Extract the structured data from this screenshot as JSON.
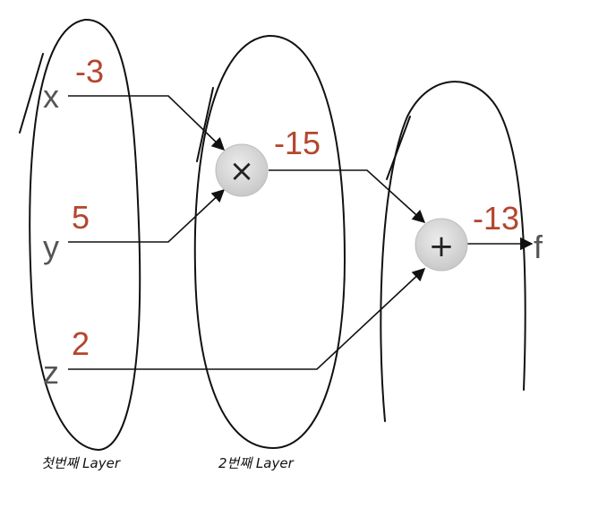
{
  "inputs": [
    {
      "name": "x",
      "value": "-3"
    },
    {
      "name": "y",
      "value": "5"
    },
    {
      "name": "z",
      "value": "2"
    }
  ],
  "multiply_node": {
    "symbol": "×",
    "value": "-15"
  },
  "add_node": {
    "symbol": "+",
    "value": "-13"
  },
  "output": {
    "name": "f"
  },
  "annotations": {
    "layer1": "첫번째 Layer",
    "layer2": "2번째 Layer"
  },
  "colors": {
    "value_text": "#b5452e",
    "variable_text": "#555555",
    "node_fill": "#d9d9d9"
  }
}
